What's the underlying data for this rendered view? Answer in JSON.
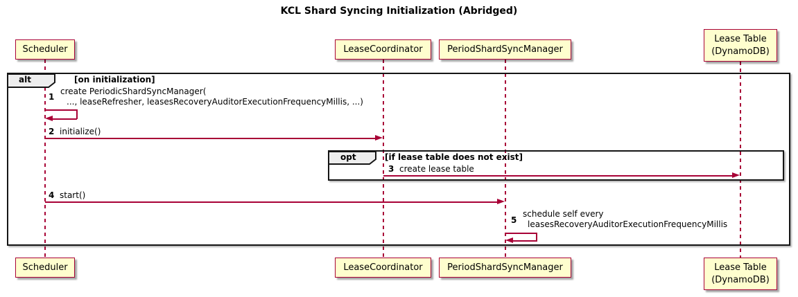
{
  "title": "KCL Shard Syncing Initialization (Abridged)",
  "colors": {
    "participant_fill": "#FEFECE",
    "participant_border": "#A80036",
    "arrow": "#A80036",
    "frame_border": "#151515",
    "frame_label_fill": "#EEEEEE"
  },
  "participants": [
    {
      "id": "scheduler",
      "name": "Scheduler"
    },
    {
      "id": "lease-coordinator",
      "name": "LeaseCoordinator"
    },
    {
      "id": "period-shard-sync-manager",
      "name": "PeriodShardSyncManager"
    },
    {
      "id": "lease-table",
      "name": "Lease Table\n(DynamoDB)"
    }
  ],
  "frames": {
    "alt": {
      "keyword": "alt",
      "condition": "[on initialization]"
    },
    "opt": {
      "keyword": "opt",
      "condition": "[if lease table does not exist]"
    }
  },
  "messages": [
    {
      "num": "1",
      "line1": "create PeriodicShardSyncManager(",
      "line2": "..., leaseRefresher, leasesRecoveryAuditorExecutionFrequencyMillis, ...)",
      "from": "Scheduler",
      "to": "Scheduler",
      "kind": "self"
    },
    {
      "num": "2",
      "text": "initialize()",
      "from": "Scheduler",
      "to": "LeaseCoordinator",
      "kind": "arrow"
    },
    {
      "num": "3",
      "text": "create lease table",
      "from": "LeaseCoordinator",
      "to": "Lease Table (DynamoDB)",
      "kind": "arrow"
    },
    {
      "num": "4",
      "text": "start()",
      "from": "Scheduler",
      "to": "PeriodShardSyncManager",
      "kind": "arrow"
    },
    {
      "num": "5",
      "line1": "schedule self every",
      "line2": "leasesRecoveryAuditorExecutionFrequencyMillis",
      "from": "PeriodShardSyncManager",
      "to": "PeriodShardSyncManager",
      "kind": "self"
    }
  ]
}
